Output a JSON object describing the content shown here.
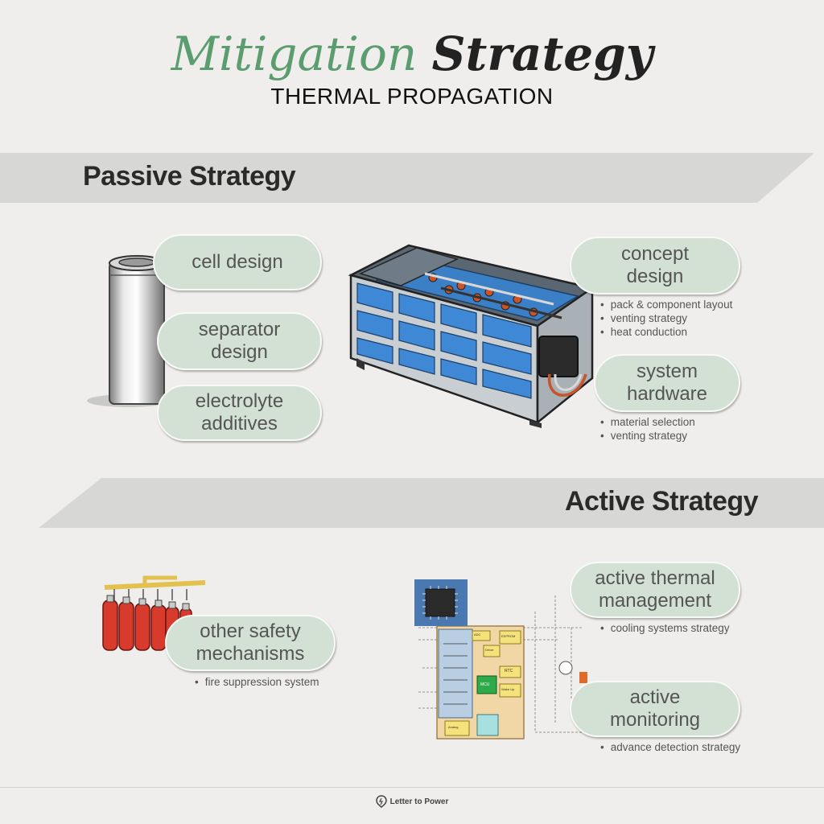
{
  "header": {
    "title_part1": "Mitigation",
    "title_part2": "Strategy",
    "subtitle": "THERMAL PROPAGATION"
  },
  "passive": {
    "heading": "Passive Strategy",
    "cell_pills": [
      {
        "lines": [
          "cell design"
        ]
      },
      {
        "lines": [
          "separator",
          "design"
        ]
      },
      {
        "lines": [
          "electrolyte",
          "additives"
        ]
      }
    ],
    "concept_design": {
      "lines": [
        "concept",
        "design"
      ],
      "bullets": [
        "pack & component layout",
        "venting strategy",
        "heat conduction"
      ]
    },
    "system_hardware": {
      "lines": [
        "system",
        "hardware"
      ],
      "bullets": [
        "material selection",
        "venting strategy"
      ]
    }
  },
  "active": {
    "heading": "Active Strategy",
    "other_safety": {
      "lines": [
        "other safety",
        "mechanisms"
      ],
      "bullets": [
        "fire suppression system"
      ]
    },
    "thermal_management": {
      "lines": [
        "active thermal",
        "management"
      ],
      "bullets": [
        "cooling systems strategy"
      ]
    },
    "monitoring": {
      "lines": [
        "active",
        "monitoring"
      ],
      "bullets": [
        "advance detection strategy"
      ]
    }
  },
  "circuit_labels": [
    "ADC",
    "MCU",
    "RTC",
    "Wake Up",
    "Driver",
    "Analog",
    "EEPROM"
  ],
  "footer": {
    "brand": "Letter to Power"
  },
  "colors": {
    "accent_green": "#5c9d70",
    "pill_fill": "#d2e1d3",
    "band": "#d7d7d5",
    "background": "#efeeec"
  },
  "icons": [
    "battery-cell-illustration",
    "battery-pack-illustration",
    "fire-extinguisher-illustration",
    "circuit-board-illustration",
    "letter-to-power-logo-icon"
  ]
}
